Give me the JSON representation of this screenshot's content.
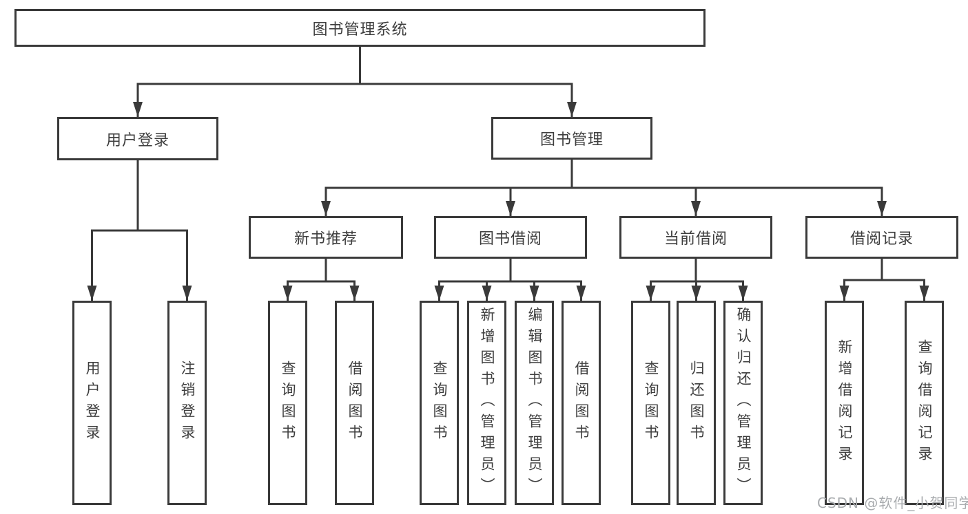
{
  "tree": {
    "root": "图书管理系统",
    "branches": [
      {
        "label": "用户登录",
        "children": [
          "用户登录",
          "注销登录"
        ]
      },
      {
        "label": "图书管理",
        "groups": [
          {
            "label": "新书推荐",
            "children": [
              "查询图书",
              "借阅图书"
            ]
          },
          {
            "label": "图书借阅",
            "children": [
              "查询图书",
              "新增图书（管理员）",
              "编辑图书（管理员）",
              "借阅图书"
            ]
          },
          {
            "label": "当前借阅",
            "children": [
              "查询图书",
              "归还图书",
              "确认归还（管理员）"
            ]
          },
          {
            "label": "借阅记录",
            "children": [
              "新增借阅记录",
              "查询借阅记录"
            ]
          }
        ]
      }
    ]
  },
  "watermark": {
    "text": "CSDN @软件_小贺同学"
  },
  "colors": {
    "line": "#3a3a3a",
    "text": "#3e3e3e",
    "box_background": "#ffffff",
    "page_background": "#ffffff",
    "watermark": "#a8abae"
  }
}
